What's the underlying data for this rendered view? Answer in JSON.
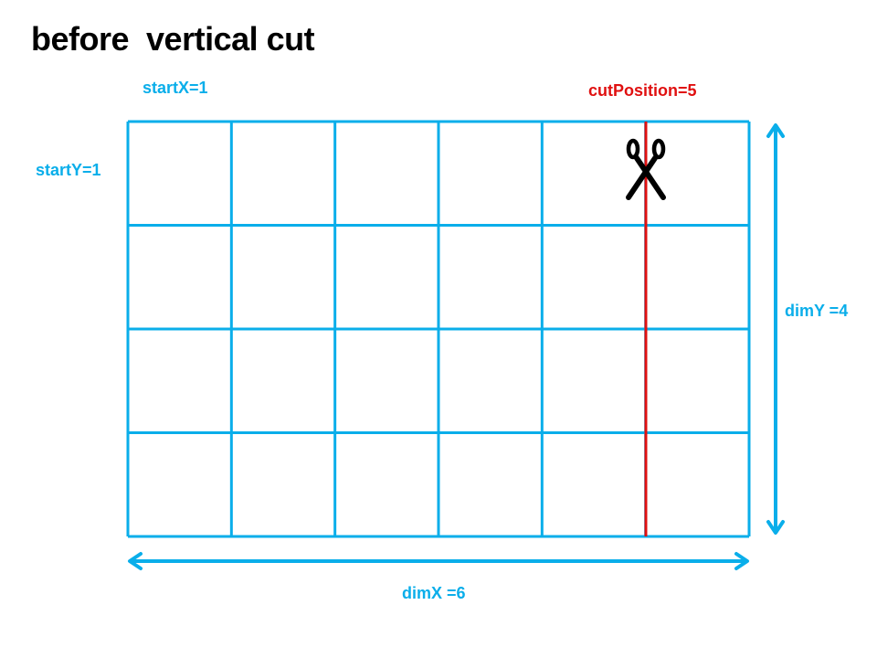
{
  "title": "before  vertical cut",
  "labels": {
    "start_x": "startX=1",
    "start_y": "startY=1",
    "cut_position": "cutPosition=5",
    "dim_y": "dimY =4",
    "dim_x": "dimX =6"
  },
  "grid": {
    "columns": 6,
    "rows": 4,
    "cut_column_boundary": 5
  },
  "icons": {
    "cut": "scissors-icon"
  },
  "colors": {
    "grid": "#0AAEEA",
    "cut": "#E01010",
    "title": "#000000",
    "icon": "#000000"
  }
}
